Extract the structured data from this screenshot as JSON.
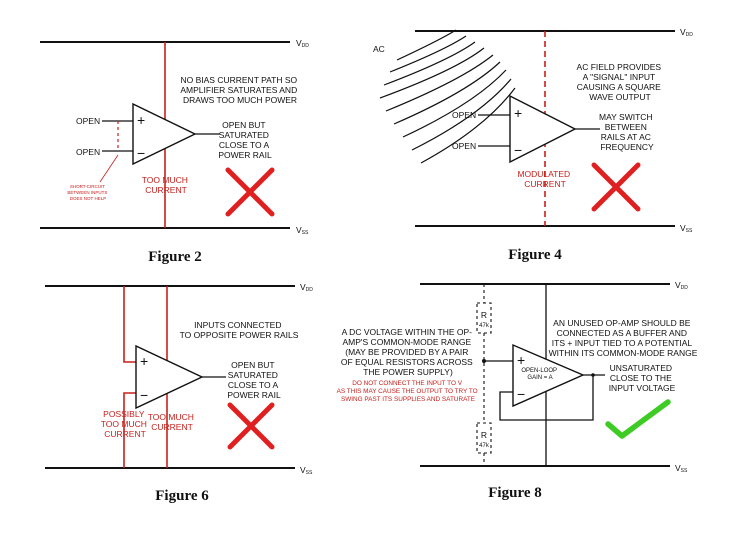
{
  "captions": {
    "fig2": "Figure 2",
    "fig4": "Figure 4",
    "fig6": "Figure 6",
    "fig8": "Figure 8"
  },
  "rails": {
    "vdd": "V",
    "vdd_sub": "DD",
    "vss": "V",
    "vss_sub": "SS"
  },
  "signs": {
    "plus": "+",
    "minus": "−"
  },
  "fig2": {
    "note": [
      "NO BIAS CURRENT PATH SO",
      "AMPLIFIER SATURATES AND",
      "DRAWS TOO MUCH POWER"
    ],
    "open_top": "OPEN",
    "open_bottom": "OPEN",
    "output": [
      "OPEN BUT",
      "SATURATED",
      "CLOSE TO A",
      "POWER RAIL"
    ],
    "current": [
      "TOO MUCH",
      "CURRENT"
    ],
    "short": [
      "SHORT-CIRCUIT",
      "BETWEEN INPUTS",
      "DOES NOT HELP"
    ]
  },
  "fig4": {
    "ac": "AC",
    "note": [
      "AC FIELD PROVIDES",
      "A \"SIGNAL\" INPUT",
      "CAUSING A SQUARE",
      "WAVE OUTPUT"
    ],
    "open_top": "OPEN",
    "open_bottom": "OPEN",
    "output": [
      "MAY SWITCH",
      "BETWEEN",
      "RAILS AT AC",
      "FREQUENCY"
    ],
    "current": [
      "MODULATED",
      "CURRENT"
    ]
  },
  "fig6": {
    "note": [
      "INPUTS CONNECTED",
      "TO OPPOSITE POWER RAILS"
    ],
    "output": [
      "OPEN BUT",
      "SATURATED",
      "CLOSE TO A",
      "POWER RAIL"
    ],
    "possibly": [
      "POSSIBLY",
      "TOO MUCH",
      "CURRENT"
    ],
    "current": [
      "TOO MUCH",
      "CURRENT"
    ]
  },
  "fig8": {
    "left_note": [
      "A DC VOLTAGE WITHIN THE OP-",
      "AMP'S COMMON-MODE RANGE",
      "(MAY BE PROVIDED BY A PAIR",
      "OF EQUAL RESISTORS ACROSS",
      "THE POWER SUPPLY)"
    ],
    "warning": [
      "DO NOT CONNECT THE INPUT TO V",
      "AS THIS MAY CAUSE THE OUTPUT TO TRY TO",
      "SWING PAST ITS SUPPLIES AND SATURATE"
    ],
    "right_note": [
      "AN UNUSED OP-AMP SHOULD BE",
      "CONNECTED AS A BUFFER AND",
      "ITS + INPUT TIED TO A POTENTIAL",
      "WITHIN ITS COMMON-MODE RANGE"
    ],
    "gain": [
      "OPEN-LOOP",
      "GAIN = A"
    ],
    "output": [
      "UNSATURATED",
      "CLOSE TO THE",
      "INPUT VOLTAGE"
    ],
    "resistor": "R",
    "resistor_value": "47k"
  },
  "colors": {
    "red": "#c8201c",
    "green": "#3ecb24",
    "ink": "#111111"
  }
}
